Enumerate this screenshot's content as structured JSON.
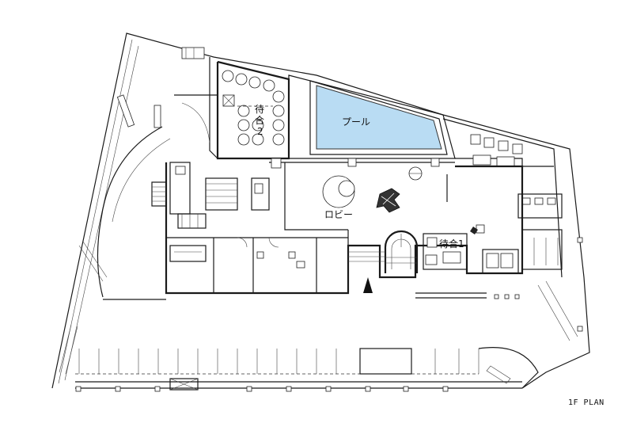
{
  "labels": {
    "pool": "プール",
    "lobby": "ロビー",
    "waiting1": "待合1",
    "waiting2_line1": "待",
    "waiting2_line2": "合",
    "waiting2_line3": "2",
    "plan_title": "1F PLAN"
  },
  "colors": {
    "pool_fill": "#b9dcf3",
    "line": "#1a1a1a"
  },
  "icons": {
    "entrance": "north-arrow-triangle",
    "tree": "tree-symbol"
  }
}
